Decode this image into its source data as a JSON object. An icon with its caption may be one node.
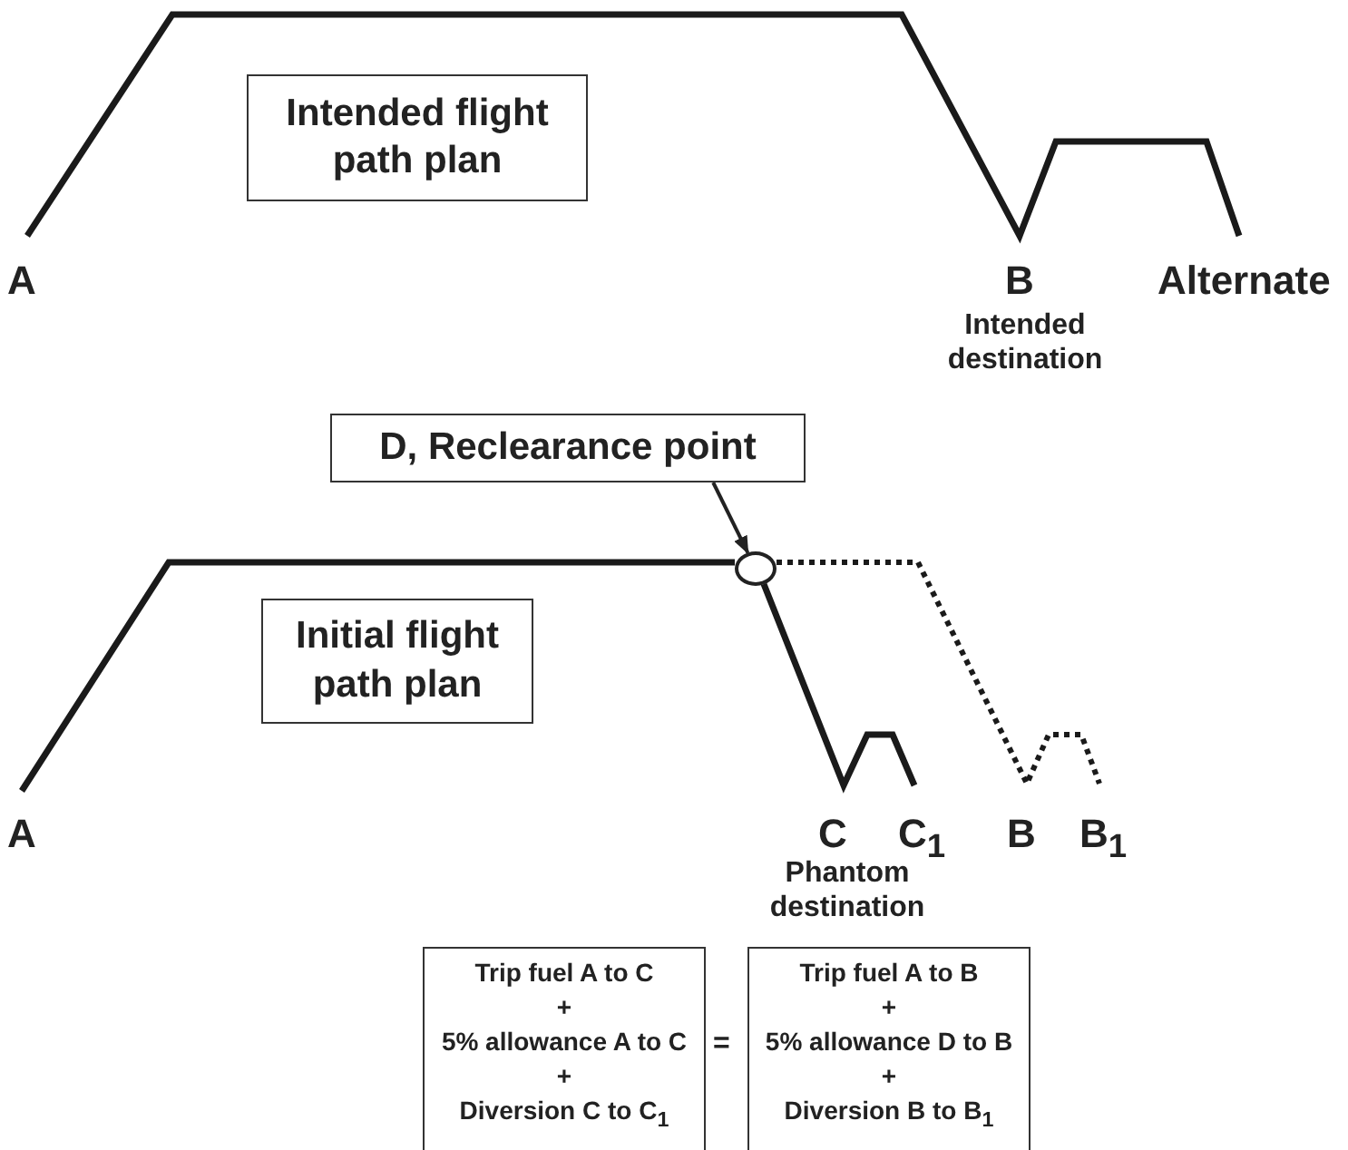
{
  "diagram": {
    "nodes": [
      {
        "text": [
          "Intended flight path plan"
        ]
      },
      {
        "text": [
          "D, Reclearance point"
        ]
      },
      {
        "text": [],
        "shape": "ellipse"
      },
      {
        "text": [
          "Initial flight path plan"
        ]
      },
      {
        "text": [
          "Trip fuel A to C",
          "+",
          "5% allowance A to C",
          "+",
          "Diversion C to C$_{1}$"
        ]
      },
      {
        "text": [
          "Trip fuel A to B",
          "+",
          "5% allowance D to B",
          "+",
          "Diversion B to B$_{1}$"
        ]
      }
    ],
    "edges": [
      {
        "from": 1,
        "to": 2,
        "arrow": "to"
      }
    ],
    "labels": [
      "A",
      "B",
      "Alternate",
      "Intended destination",
      "A",
      "C",
      "C$_{1}$",
      "B",
      "B$_{1}$",
      "Phantom destination",
      "="
    ]
  }
}
